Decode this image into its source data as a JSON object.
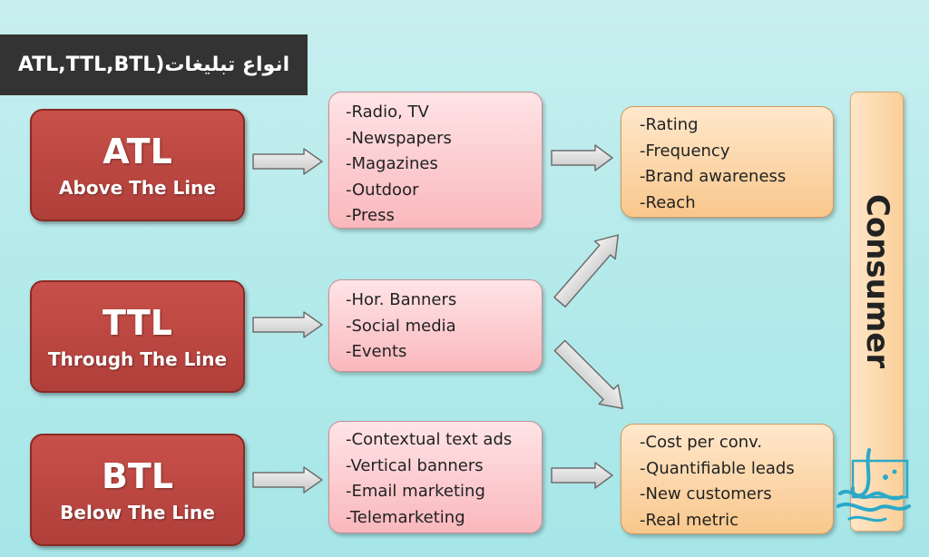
{
  "title": "انواع تبلیغات(ATL,TTL,BTL",
  "types": [
    {
      "abbr": "ATL",
      "full": "Above The Line"
    },
    {
      "abbr": "TTL",
      "full": "Through The Line"
    },
    {
      "abbr": "BTL",
      "full": "Below The Line"
    }
  ],
  "channels": [
    [
      "-Radio, TV",
      "-Newspapers",
      "-Magazines",
      "-Outdoor",
      "-Press"
    ],
    [
      "-Hor. Banners",
      "-Social media",
      "-Events"
    ],
    [
      "-Contextual text ads",
      "-Vertical banners",
      "-Email marketing",
      "-Telemarketing"
    ]
  ],
  "metrics": [
    [
      "-Rating",
      "-Frequency",
      "-Brand awareness",
      "-Reach"
    ],
    [
      "-Cost per conv.",
      "-Quantifiable leads",
      "-New customers",
      "-Real metric"
    ]
  ],
  "consumer": "Consumer",
  "colors": {
    "type_box": "#b8443f",
    "channel_box": "#fcc8cc",
    "metric_box": "#fcd4a4",
    "title_banner": "#333333",
    "logo": "#2aa9c9"
  },
  "icons": {
    "arrow": "block-arrow-icon",
    "logo": "calligraphy-logo-icon"
  }
}
